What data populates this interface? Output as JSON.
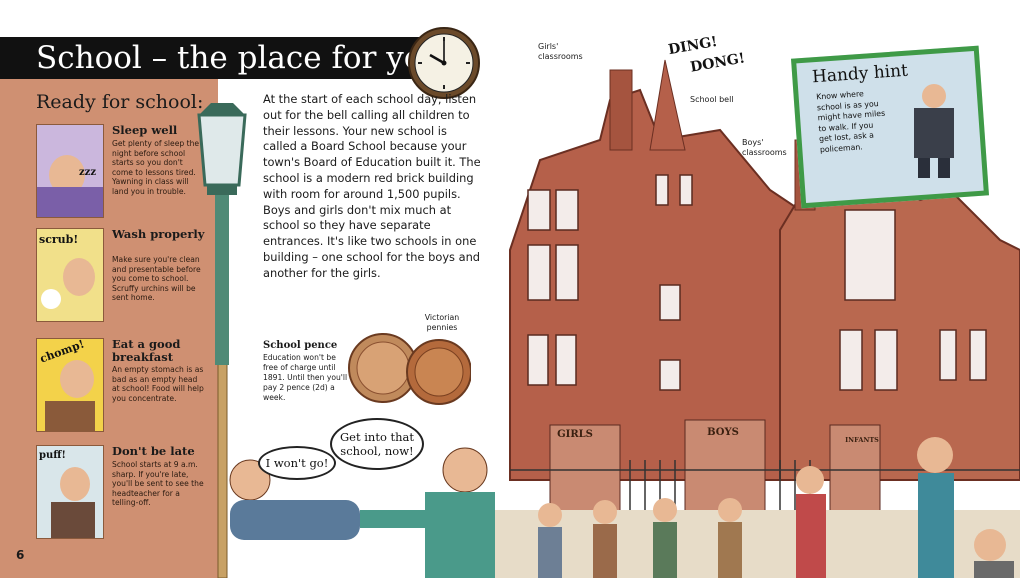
{
  "title": "School – the place for you",
  "page_number": "6",
  "sidebar": {
    "heading": "Ready for school:",
    "tips": [
      {
        "title": "Sleep well",
        "text": "Get plenty of sleep the night before school starts so you don't come to lessons tired. Yawning in class will land you in trouble.",
        "sfx": "zzz"
      },
      {
        "title": "Wash properly",
        "text": "Make sure you're clean and presentable before you come to school. Scruffy urchins will be sent home.",
        "sfx": "scrub!"
      },
      {
        "title": "Eat a good breakfast",
        "text": "An empty stomach is as bad as an empty head at school! Food will help you concentrate.",
        "sfx": "chomp!"
      },
      {
        "title": "Don't be late",
        "text": "School starts at 9 a.m. sharp. If you're late, you'll be sent to see the headteacher for a telling-off.",
        "sfx": "puff!"
      }
    ]
  },
  "main_text": "At the start of each school day, listen out for the bell calling all children to their lessons. Your new school is called a Board School because your town's Board of Education built it. The school is a modern red brick building with room for around 1,500 pupils. Boys and girls don't mix much at school so they have separate entrances. It's like two schools in one building – one school for the boys and another for the girls.",
  "pennies": {
    "label": "Victorian pennies",
    "title": "School pence",
    "text": "Education won't be free of charge until 1891. Until then you'll pay 2 pence (2d) a week."
  },
  "bubbles": {
    "teacher": "Get into that school, now!",
    "boy": "I won't go!"
  },
  "building": {
    "girls_classrooms": "Girls' classrooms",
    "boys_classrooms": "Boys' classrooms",
    "school_bell": "School bell",
    "ding": "DING!",
    "dong": "DONG!",
    "girls_sign": "GIRLS",
    "boys_sign": "BOYS",
    "infants_sign": "INFANTS"
  },
  "hint": {
    "title": "Handy hint",
    "text": "Know where school is as you might have miles to walk. If you get lost, ask a policeman."
  },
  "colors": {
    "title_bg": "#111111",
    "sidebar_bg": "#cf9072",
    "brick": "#b5604a",
    "hint_border": "#3f9a47",
    "hint_bg": "#cfe0ea"
  }
}
